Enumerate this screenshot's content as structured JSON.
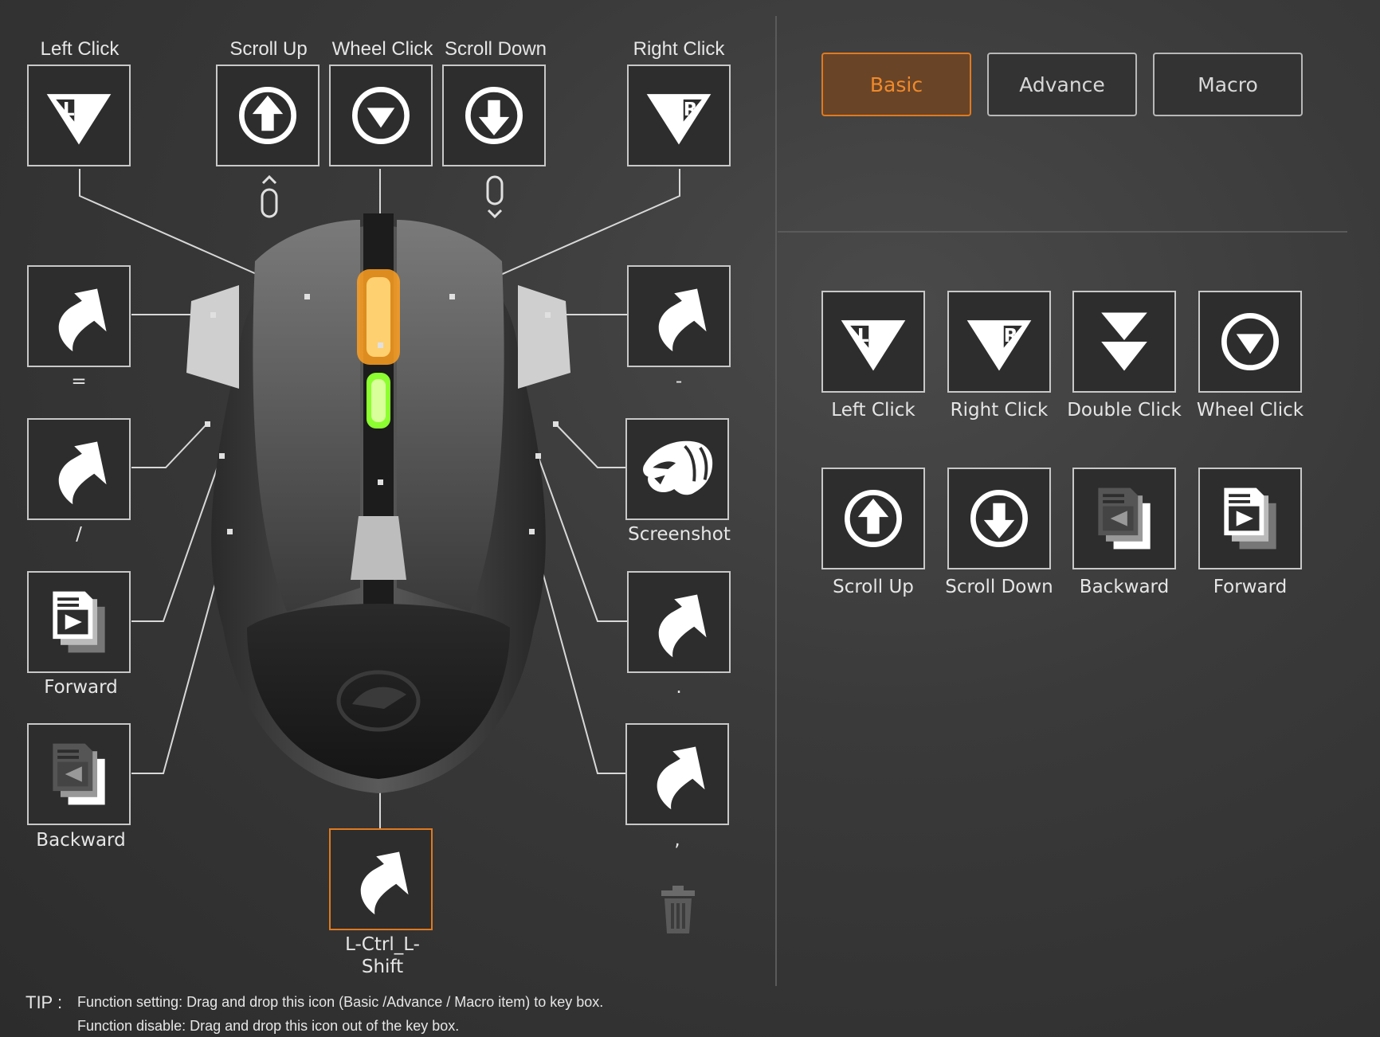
{
  "tabs": {
    "basic": "Basic",
    "advance": "Advance",
    "macro": "Macro",
    "active": "Basic"
  },
  "mouse_keys": {
    "left_click": "Left Click",
    "scroll_up": "Scroll Up",
    "wheel_click": "Wheel Click",
    "scroll_down": "Scroll Down",
    "right_click": "Right Click",
    "side_left_1": "=",
    "side_left_2": "/",
    "side_left_3": "Forward",
    "side_left_4": "Backward",
    "side_right_1": "-",
    "side_right_2": "Screenshot",
    "side_right_3": ".",
    "side_right_4": ",",
    "bottom": "L-Ctrl_L-\nShift"
  },
  "functions": [
    {
      "label": "Left Click",
      "icon": "left-click-icon"
    },
    {
      "label": "Right Click",
      "icon": "right-click-icon"
    },
    {
      "label": "Double Click",
      "icon": "double-click-icon"
    },
    {
      "label": "Wheel Click",
      "icon": "wheel-click-icon"
    },
    {
      "label": "Scroll Up",
      "icon": "scroll-up-icon"
    },
    {
      "label": "Scroll Down",
      "icon": "scroll-down-icon"
    },
    {
      "label": "Backward",
      "icon": "backward-icon"
    },
    {
      "label": "Forward",
      "icon": "forward-icon"
    }
  ],
  "tip": {
    "prefix": "TIP :",
    "line1": "Function setting: Drag and drop this icon (Basic /Advance / Macro item) to key box.",
    "line2": "Function disable: Drag and drop this icon out of the key box."
  },
  "colors": {
    "accent": "#e07a1f",
    "mouse_led_top": "#ffa020",
    "mouse_led_mid": "#8cff30"
  }
}
